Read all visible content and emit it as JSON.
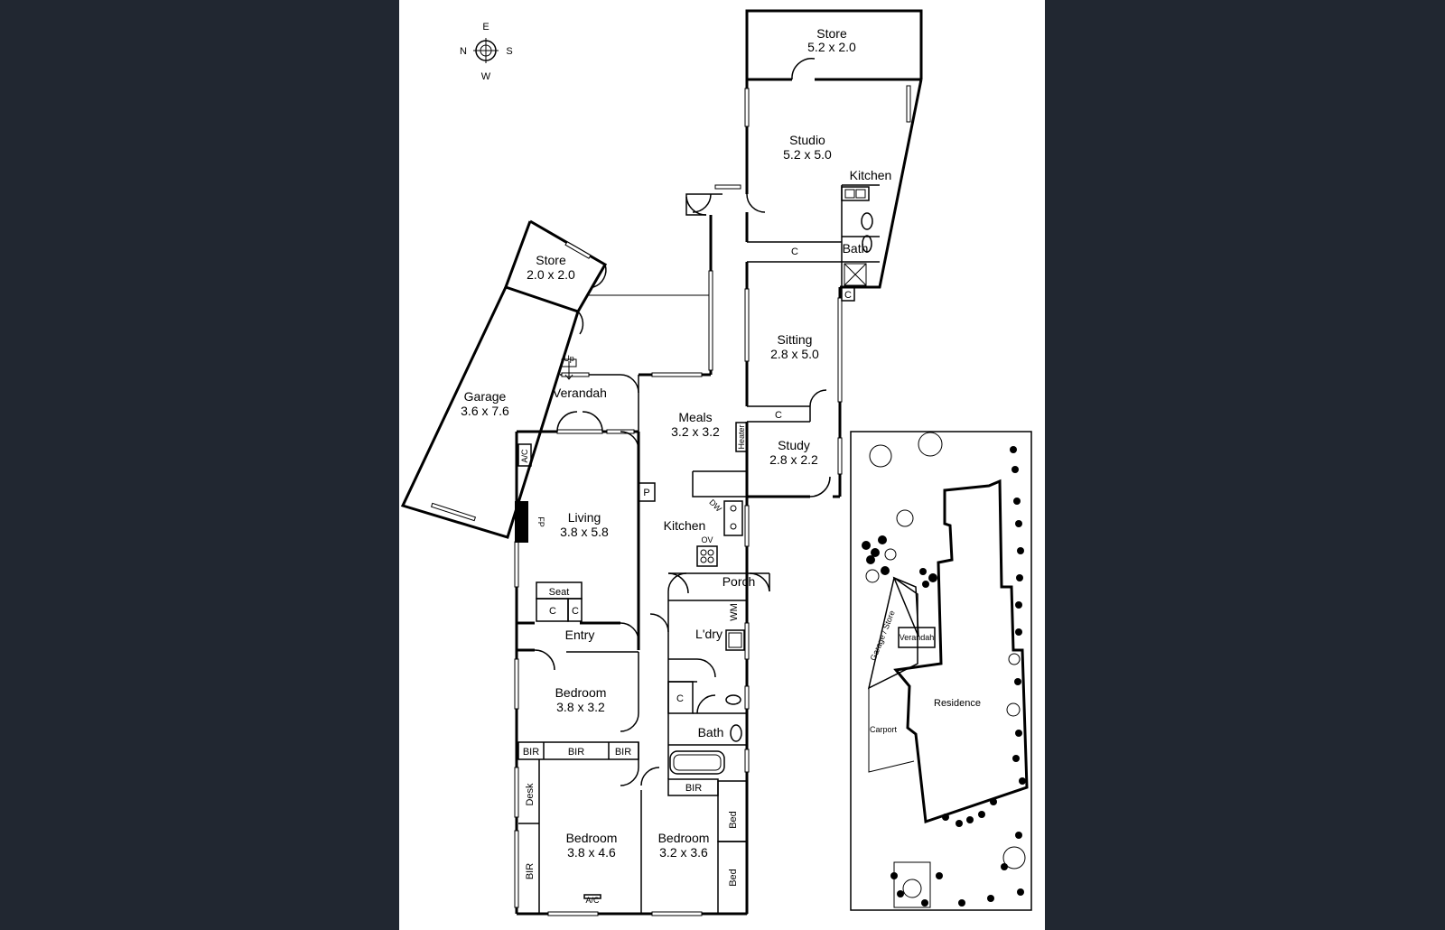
{
  "compass": {
    "n": "N",
    "e": "E",
    "s": "S",
    "w": "W"
  },
  "rooms": {
    "store_top": {
      "name": "Store",
      "dims": "5.2 x 2.0"
    },
    "studio": {
      "name": "Studio",
      "dims": "5.2 x 5.0"
    },
    "studio_kitchen": {
      "name": "Kitchen"
    },
    "studio_bath": {
      "name": "Bath"
    },
    "store_left": {
      "name": "Store",
      "dims": "2.0 x 2.0"
    },
    "garage": {
      "name": "Garage",
      "dims": "3.6 x 7.6"
    },
    "sitting": {
      "name": "Sitting",
      "dims": "2.8 x 5.0"
    },
    "verandah": {
      "name": "Verandah"
    },
    "meals": {
      "name": "Meals",
      "dims": "3.2 x 3.2"
    },
    "study": {
      "name": "Study",
      "dims": "2.8 x 2.2"
    },
    "living": {
      "name": "Living",
      "dims": "3.8 x 5.8"
    },
    "kitchen": {
      "name": "Kitchen"
    },
    "porch": {
      "name": "Porch"
    },
    "entry": {
      "name": "Entry"
    },
    "laundry": {
      "name": "L'dry"
    },
    "bedroom1": {
      "name": "Bedroom",
      "dims": "3.8 x 3.2"
    },
    "bath": {
      "name": "Bath"
    },
    "bedroom2": {
      "name": "Bedroom",
      "dims": "3.8 x 4.6"
    },
    "bedroom3": {
      "name": "Bedroom",
      "dims": "3.2 x 3.6"
    }
  },
  "fixtures": {
    "c": "C",
    "up": "Up",
    "heater": "Heater",
    "ac": "A/C",
    "fp": "FP",
    "p": "P",
    "dw": "DW",
    "ov": "OV",
    "seat": "Seat",
    "wm": "WM",
    "bir": "BIR",
    "desk": "Desk",
    "bed": "Bed"
  },
  "site": {
    "garage_store": "Garage / Store",
    "verandah": "Verandah",
    "residence": "Residence",
    "carport": "Carport"
  }
}
